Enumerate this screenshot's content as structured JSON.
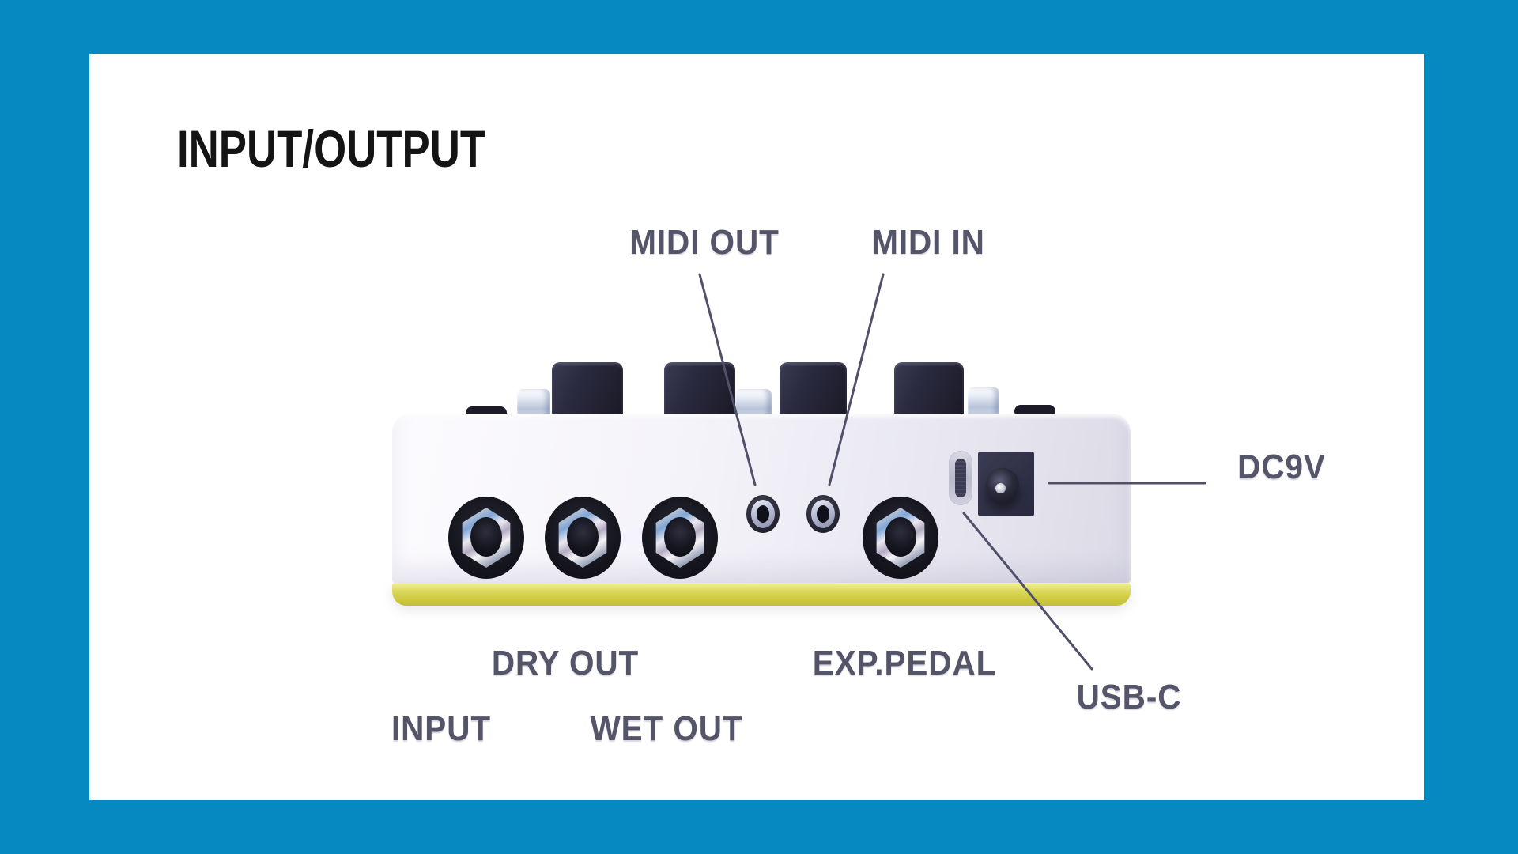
{
  "page": {
    "border_color": "#0689c1",
    "panel_color": "#ffffff",
    "title": "INPUT/OUTPUT"
  },
  "device": {
    "kind": "effects-pedal-rear-panel",
    "body_color": "#f2f1f7",
    "base_color": "#d7d348",
    "knob_color": "#2a2a3c",
    "knob_count": 4,
    "quarter_inch_jacks": 4,
    "mini_jacks": 2
  },
  "annotations": {
    "label_color": "#55556a",
    "line_color": "#50506a",
    "midi_out": "MIDI OUT",
    "midi_in": "MIDI IN",
    "dc9v": "DC9V",
    "dry_out": "DRY OUT",
    "input": "INPUT",
    "wet_out": "WET OUT",
    "exp_pedal": "EXP.PEDAL",
    "usb_c": "USB-C"
  }
}
